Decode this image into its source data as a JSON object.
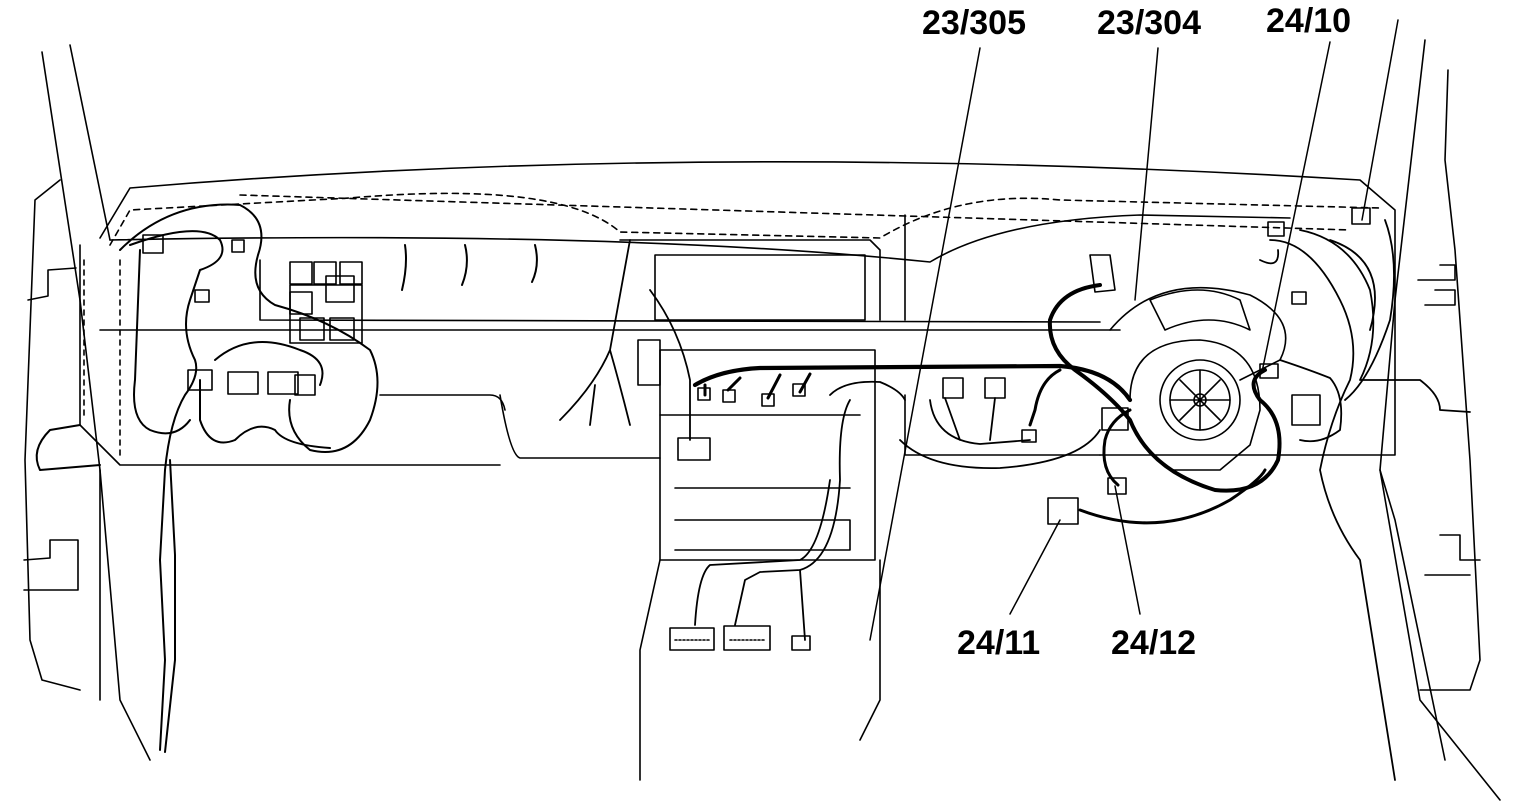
{
  "diagram": {
    "callouts": {
      "c_23_305": "23/305",
      "c_23_304": "23/304",
      "c_24_10": "24/10",
      "c_24_11": "24/11",
      "c_24_12": "24/12"
    }
  }
}
